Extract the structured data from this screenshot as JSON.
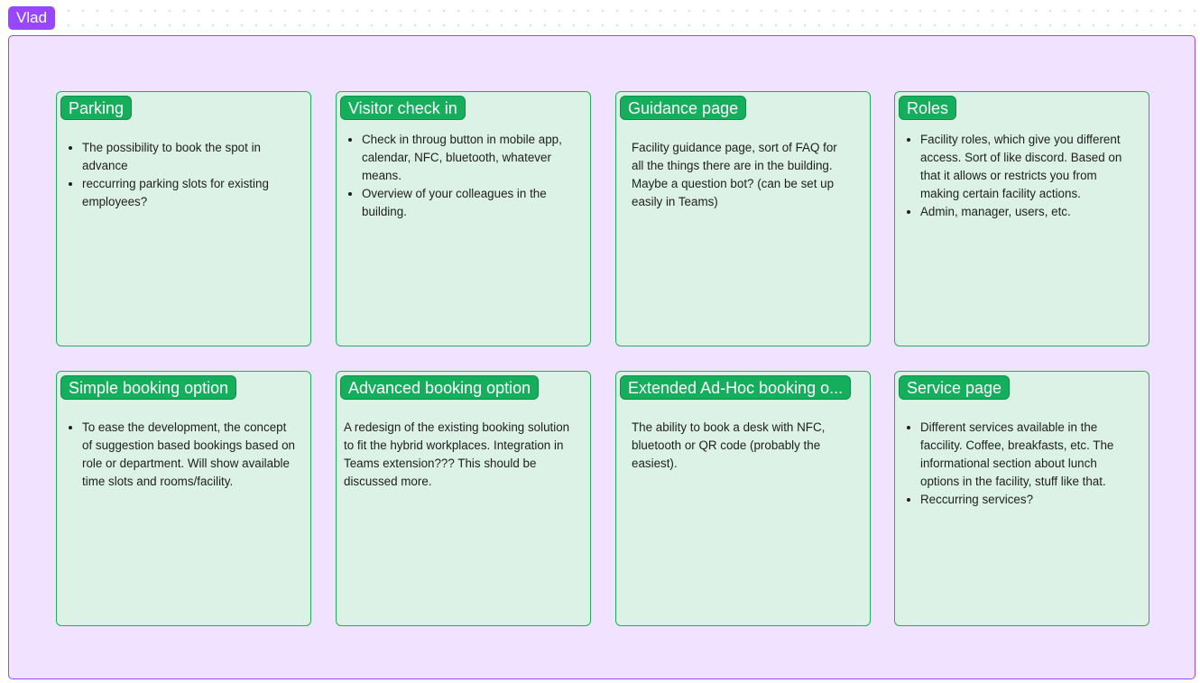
{
  "canvas": {
    "frame_label": "Vlad"
  },
  "cards": [
    {
      "title": "Parking",
      "bullets": [
        "The possibility to book the spot in advance",
        "reccurring parking slots for existing employees?"
      ]
    },
    {
      "title": "Visitor check in",
      "bullets": [
        "Check in throug button in mobile app, calendar, NFC, bluetooth, whatever means.",
        "Overview of your colleagues in the building."
      ]
    },
    {
      "title": "Guidance page",
      "text": "Facility guidance page, sort of FAQ for all the things there are in the building. Maybe a  question bot? (can be set up easily in Teams)"
    },
    {
      "title": "Roles",
      "bullets": [
        "Facility roles, which give you different access. Sort of like discord. Based on that it allows or restricts you from making certain facility actions.",
        "Admin, manager, users, etc."
      ]
    },
    {
      "title": "Simple booking option",
      "bullets": [
        "To ease the development, the concept of suggestion based bookings based on role or department. Will show available time slots and rooms/facility."
      ]
    },
    {
      "title": "Advanced booking option",
      "text": "A redesign of the existing booking solution to fit the hybrid workplaces. Integration in Teams extension??? This should be discussed more."
    },
    {
      "title": "Extended Ad-Hoc booking o...",
      "text": "The ability to book a desk with NFC, bluetooth or QR code (probably the easiest)."
    },
    {
      "title": "Service page",
      "bullets": [
        "Different services available in the faccility. Coffee, breakfasts, etc. The informational section about lunch options in the facility, stuff like that.",
        "Reccurring services?"
      ]
    }
  ],
  "colors": {
    "section_border": "#9747ff",
    "section_fill": "#f1e3ff",
    "card_fill": "#dcf2e6",
    "card_border": "#1fb05a",
    "title_fill": "#14ae5c"
  }
}
